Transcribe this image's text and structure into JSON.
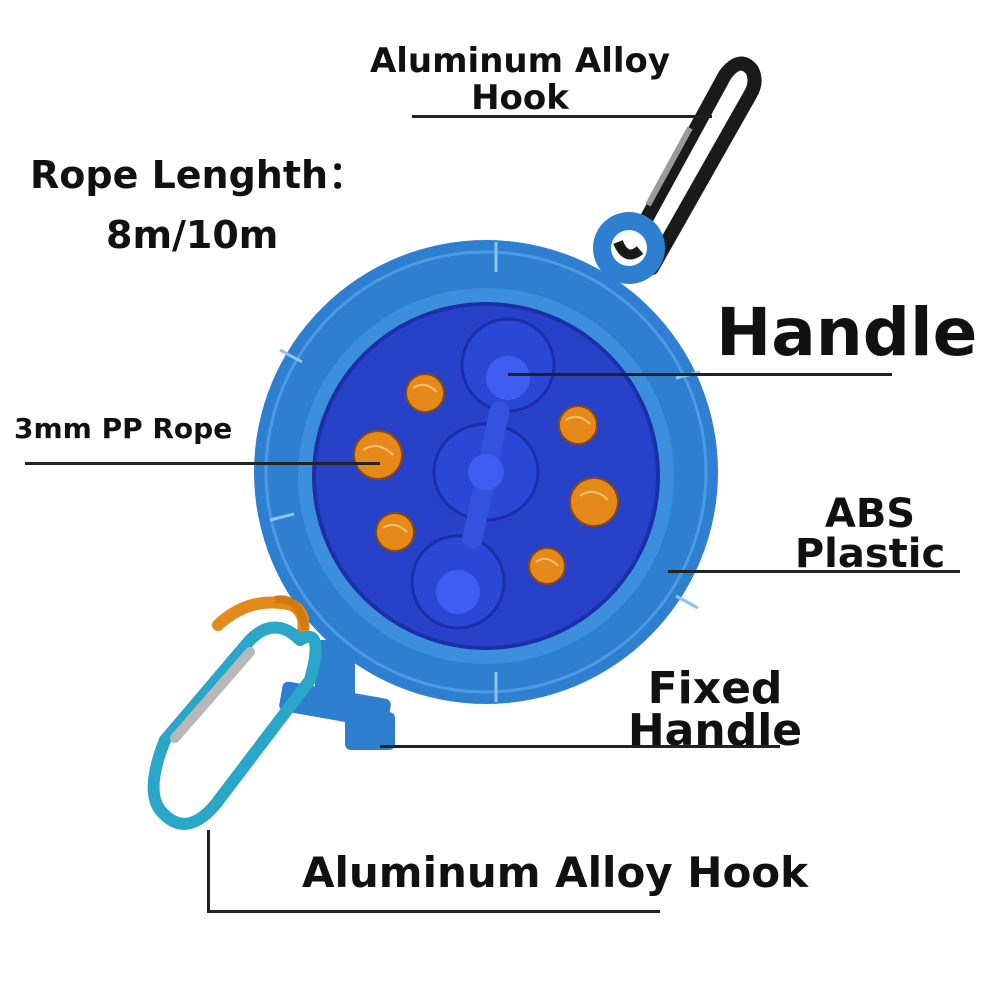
{
  "labels": {
    "top_hook": [
      "Aluminum Alloy",
      "Hook"
    ],
    "rope_length_title": "Rope Lenghth：",
    "rope_length_value": "8m/10m",
    "handle": "Handle",
    "rope": "3mm PP Rope",
    "body_material": [
      "ABS",
      "Plastic"
    ],
    "fixed_handle": [
      "Fixed",
      "Handle"
    ],
    "bottom_hook": "Aluminum Alloy Hook"
  },
  "colors": {
    "reel_outer": "#2f7fd0",
    "reel_rim": "#3b8fdc",
    "reel_inner": "#2741c9",
    "reel_inner_dark": "#1d2fa8",
    "rope_orange": "#e58a1a",
    "top_carabiner": "#1a1a1a",
    "bottom_carabiner": "#2aa6c8",
    "text": "#111111",
    "leader_line": "#222222"
  },
  "icons": {
    "top_carabiner": "carabiner-icon",
    "bottom_carabiner": "carabiner-icon",
    "reel": "rope-reel-icon"
  }
}
